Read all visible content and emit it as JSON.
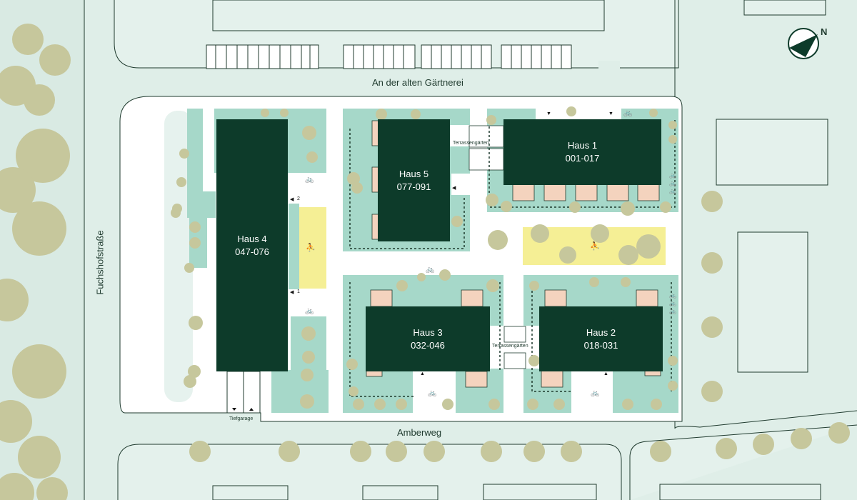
{
  "streets": {
    "north": "An der alten Gärtnerei",
    "south": "Amberweg",
    "west": "Fuchshofstraße"
  },
  "compass": {
    "north_label": "N"
  },
  "houses": [
    {
      "name": "Haus 1",
      "units": "001-017"
    },
    {
      "name": "Haus 2",
      "units": "018-031"
    },
    {
      "name": "Haus 3",
      "units": "032-046"
    },
    {
      "name": "Haus 4",
      "units": "047-076"
    },
    {
      "name": "Haus 5",
      "units": "077-091"
    }
  ],
  "labels": {
    "terrace_gardens_top": "Terrassengärten",
    "terrace_gardens_bottom": "Terrassengärten",
    "underground_garage": "Tiefgarage",
    "entrance_1": "1",
    "entrance_2": "2"
  },
  "colors": {
    "building": "#0d3b2a",
    "garden": "#a6d8c9",
    "playground": "#f5ef95",
    "terrace": "#f4d3be",
    "tree": "#c6c79c",
    "background": "#dfeee8",
    "outline": "#1f3a2e"
  },
  "icons": [
    "bicycle-parking-icon",
    "playground-icon",
    "entrance-arrow-icon",
    "compass-icon"
  ]
}
